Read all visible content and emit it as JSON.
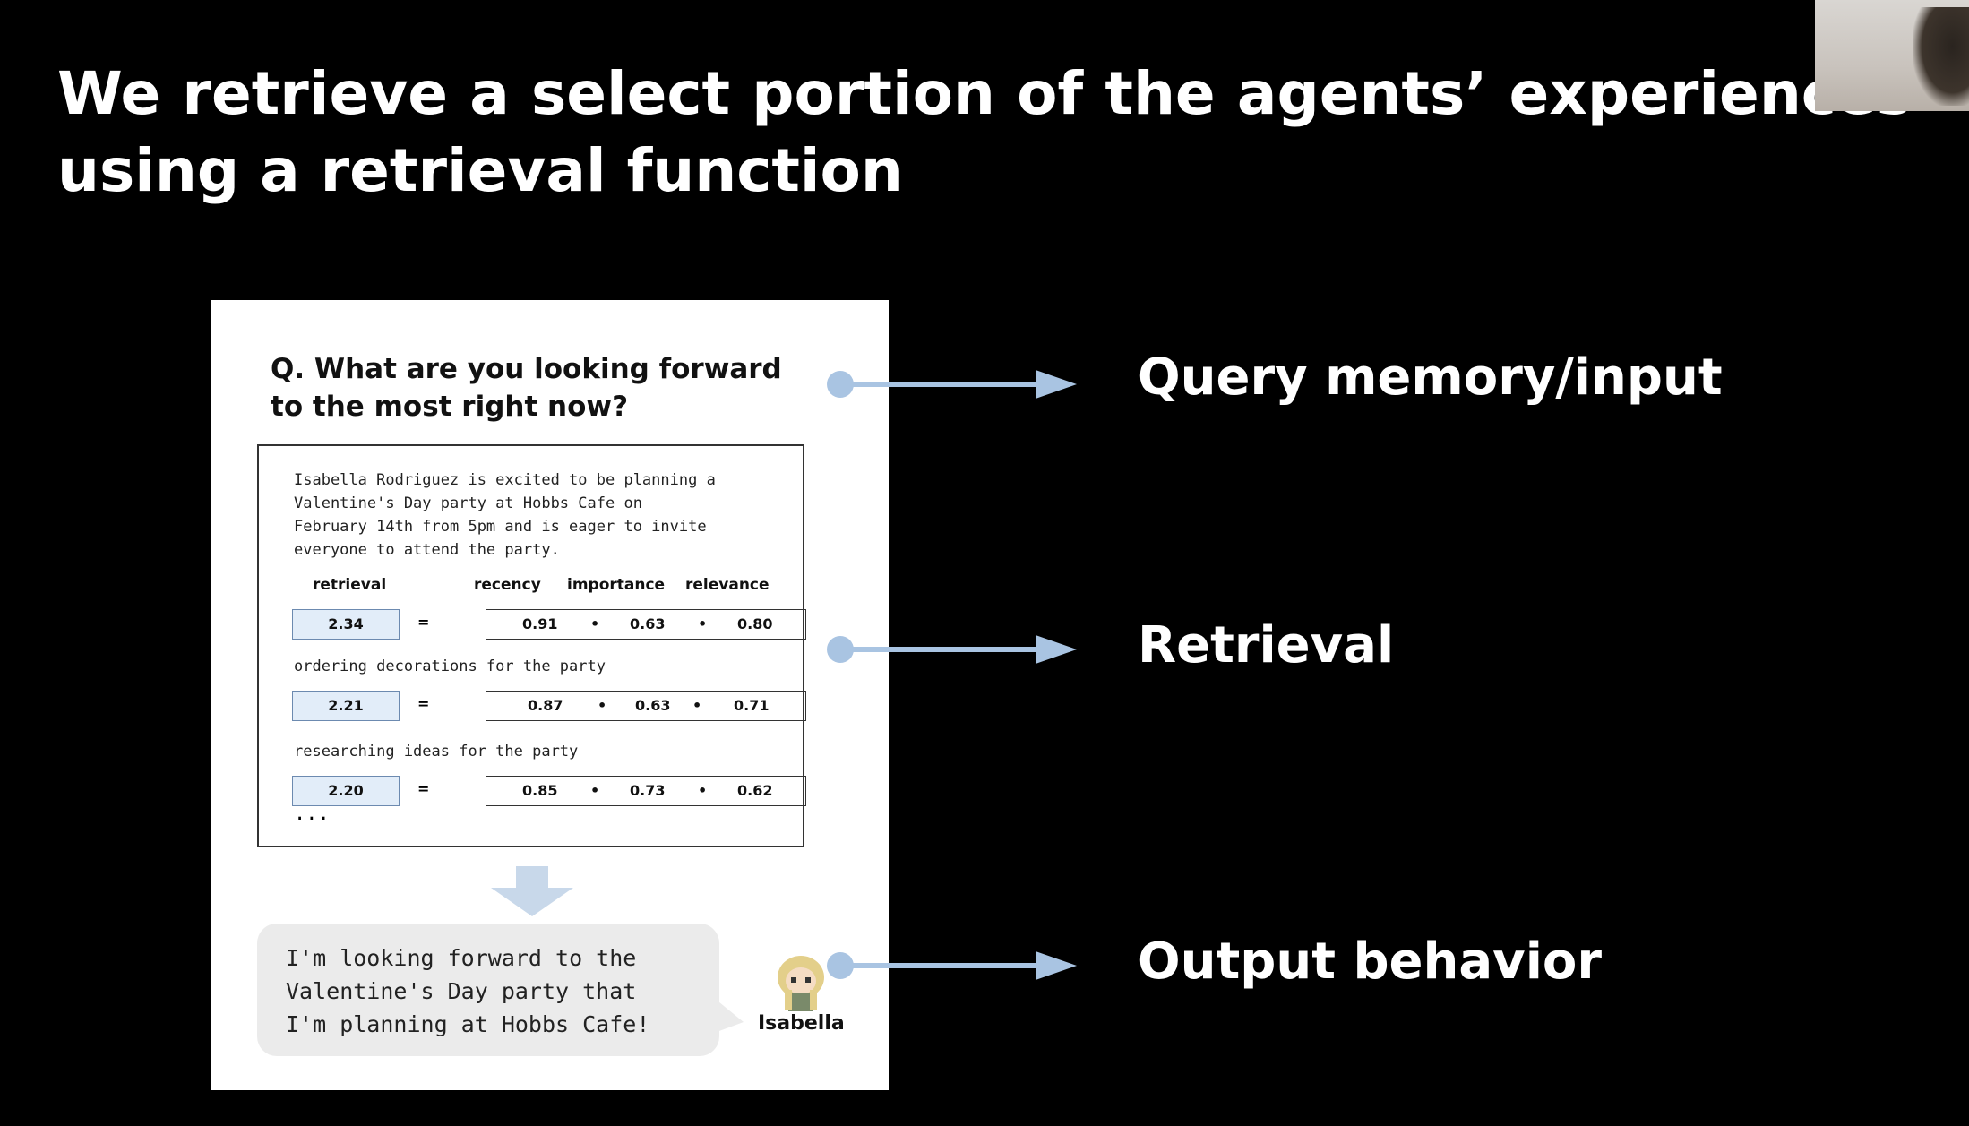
{
  "slide": {
    "title_line1_words": [
      "We",
      "retrieve",
      "a",
      "select",
      "portion",
      "of",
      "the",
      "agents’",
      "experiences"
    ],
    "title_line2": "using a retrieval function"
  },
  "figure": {
    "question": "Q. What are you looking forward to the most right now?",
    "memory_description": "Isabella Rodriguez is excited to be planning a\nValentine's Day party at Hobbs Cafe on\nFebruary 14th from 5pm and is eager to invite\neveryone to attend the party.",
    "columns": {
      "retrieval": "retrieval",
      "recency": "recency",
      "importance": "importance",
      "relevance": "relevance"
    },
    "operators": {
      "equals": "=",
      "plus": "•"
    },
    "rows": [
      {
        "label": "",
        "retrieval": "2.34",
        "recency": "0.91",
        "importance": "0.63",
        "relevance": "0.80"
      },
      {
        "label": "ordering decorations for the party",
        "retrieval": "2.21",
        "recency": "0.87",
        "importance": "0.63",
        "relevance": "0.71"
      },
      {
        "label": "researching ideas for the party",
        "retrieval": "2.20",
        "recency": "0.85",
        "importance": "0.73",
        "relevance": "0.62"
      }
    ],
    "ellipsis": "...",
    "output_text": "I'm looking forward to the\nValentine's Day party that\nI'm planning at Hobbs Cafe!",
    "agent_name": "Isabella"
  },
  "annotations": {
    "query": "Query memory/input",
    "retrieval": "Retrieval",
    "output": "Output behavior"
  },
  "colors": {
    "arrow": "#a9c4e2",
    "score_fill": "#e2edf9",
    "background": "#000000"
  },
  "icons": {
    "down_arrow": "down-arrow-icon",
    "avatar": "agent-avatar-icon"
  }
}
